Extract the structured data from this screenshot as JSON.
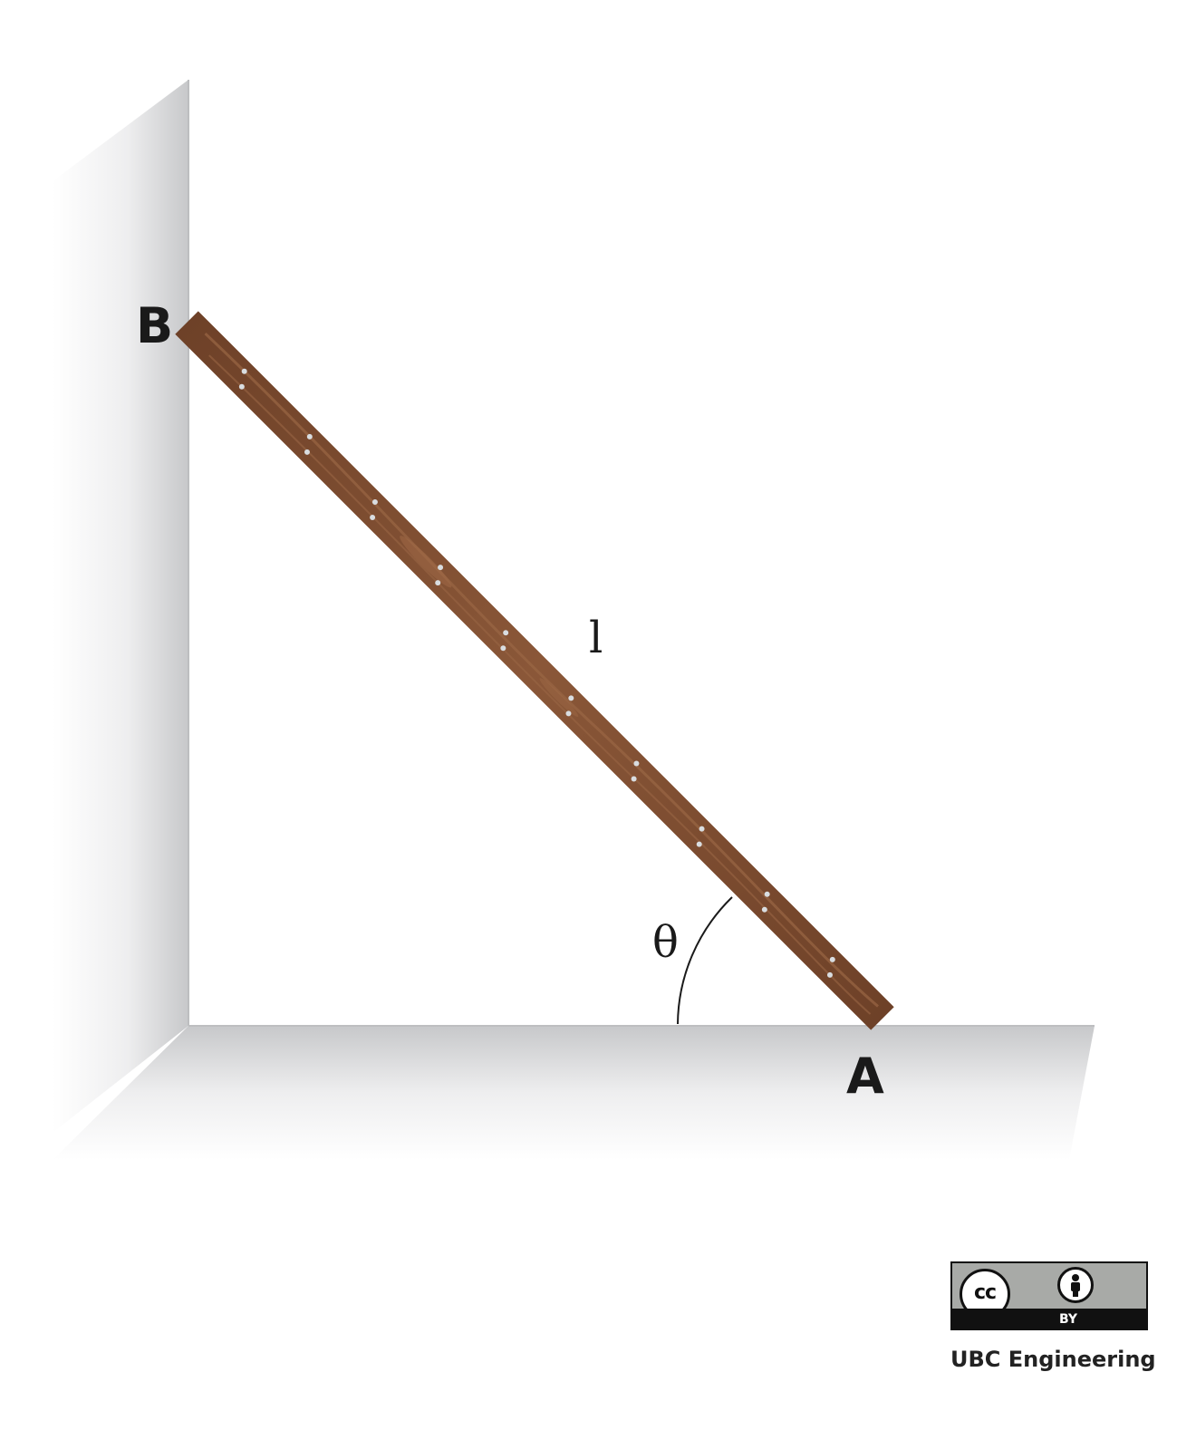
{
  "labels": {
    "point_b": "B",
    "point_a": "A",
    "length": "l",
    "angle": "θ"
  },
  "colors": {
    "rod": "#7a4a2e",
    "rod_highlight": "#9a6645",
    "nail": "#d9dde0",
    "wall_shade": "#c8c9cb",
    "ink": "#1a1a1a"
  },
  "license": {
    "badge_cc": "cc",
    "badge_by": "BY",
    "caption": "UBC Engineering"
  }
}
